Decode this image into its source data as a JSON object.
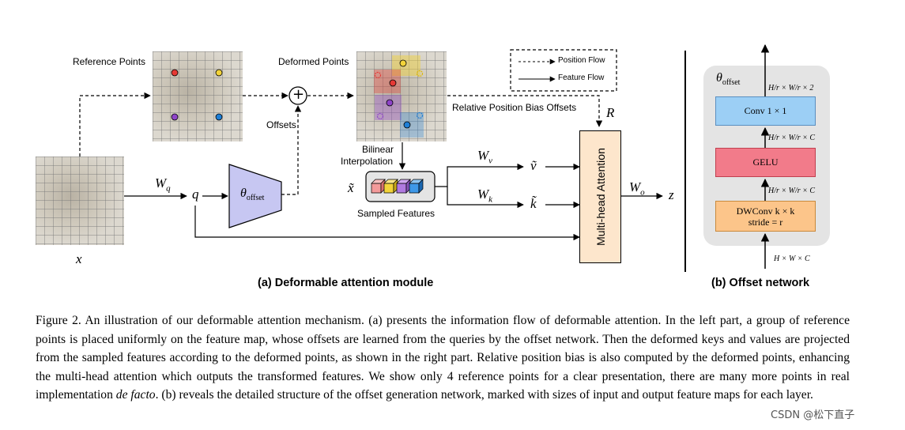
{
  "module_a": {
    "label_reference_points": "Reference Points",
    "label_deformed_points": "Deformed Points",
    "label_offsets": "Offsets",
    "label_relative_bias": "Relative Position Bias Offsets",
    "label_bilinear": "Bilinear",
    "label_interpolation": "Interpolation",
    "label_sampled_features": "Sampled Features",
    "legend_position_flow": "Position Flow",
    "legend_feature_flow": "Feature Flow",
    "attention_block": "Multi-head Attention",
    "plus_symbol": "+",
    "sym_x": "x",
    "sym_q": "q",
    "sym_Wq": "W",
    "sym_Wq_sub": "q",
    "sym_theta": "θ",
    "sym_theta_sub": "offset",
    "sym_xtilde": "x̃",
    "sym_Wv": "W",
    "sym_Wv_sub": "v",
    "sym_Wk": "W",
    "sym_Wk_sub": "k",
    "sym_vtilde": "ṽ",
    "sym_ktilde": "k̃",
    "sym_R": "R",
    "sym_Wo": "W",
    "sym_Wo_sub": "o",
    "sym_z": "z",
    "subcaption": "(a)  Deformable attention module"
  },
  "module_b": {
    "theta": "θ",
    "theta_sub": "offset",
    "block_conv": "Conv 1 × 1",
    "block_gelu": "GELU",
    "block_dwconv_line1": "DWConv k × k",
    "block_dwconv_line2": "stride = r",
    "size_out": "H/r × W/r × 2",
    "size_mid1": "H/r × W/r × C",
    "size_mid2": "H/r × W/r × C",
    "size_in": "H × W × C",
    "subcaption": "(b)  Offset network"
  },
  "caption": {
    "lead": "Figure 2. An illustration of our deformable attention mechanism. (a) presents the information flow of deformable attention. In the left part, a group of reference points is placed uniformly on the feature map, whose offsets are learned from the queries by the offset network. Then the deformed keys and values are projected from the sampled features according to the deformed points, as shown in the right part. Relative position bias is also computed by the deformed points, enhancing the multi-head attention which outputs the transformed features.  We show only 4 reference points for a clear presentation, there are many more points in real implementation ",
    "emph": "de facto",
    "tail": ". (b) reveals the detailed structure of the offset generation network, marked with sizes of input and output feature maps for each layer."
  },
  "watermark": "CSDN @松下直子",
  "colors": {
    "point_red": "#e53935",
    "point_yellow": "#f2d33a",
    "point_purple": "#8e44c8",
    "point_blue": "#1e7fd6",
    "offset_block": "#c7c7f2",
    "attention_block": "#fde6cc",
    "conv_block": "#9ccff5",
    "gelu_block": "#f27b8a",
    "dwconv_block": "#fcc58a",
    "panel_bg": "#e4e4e4"
  }
}
